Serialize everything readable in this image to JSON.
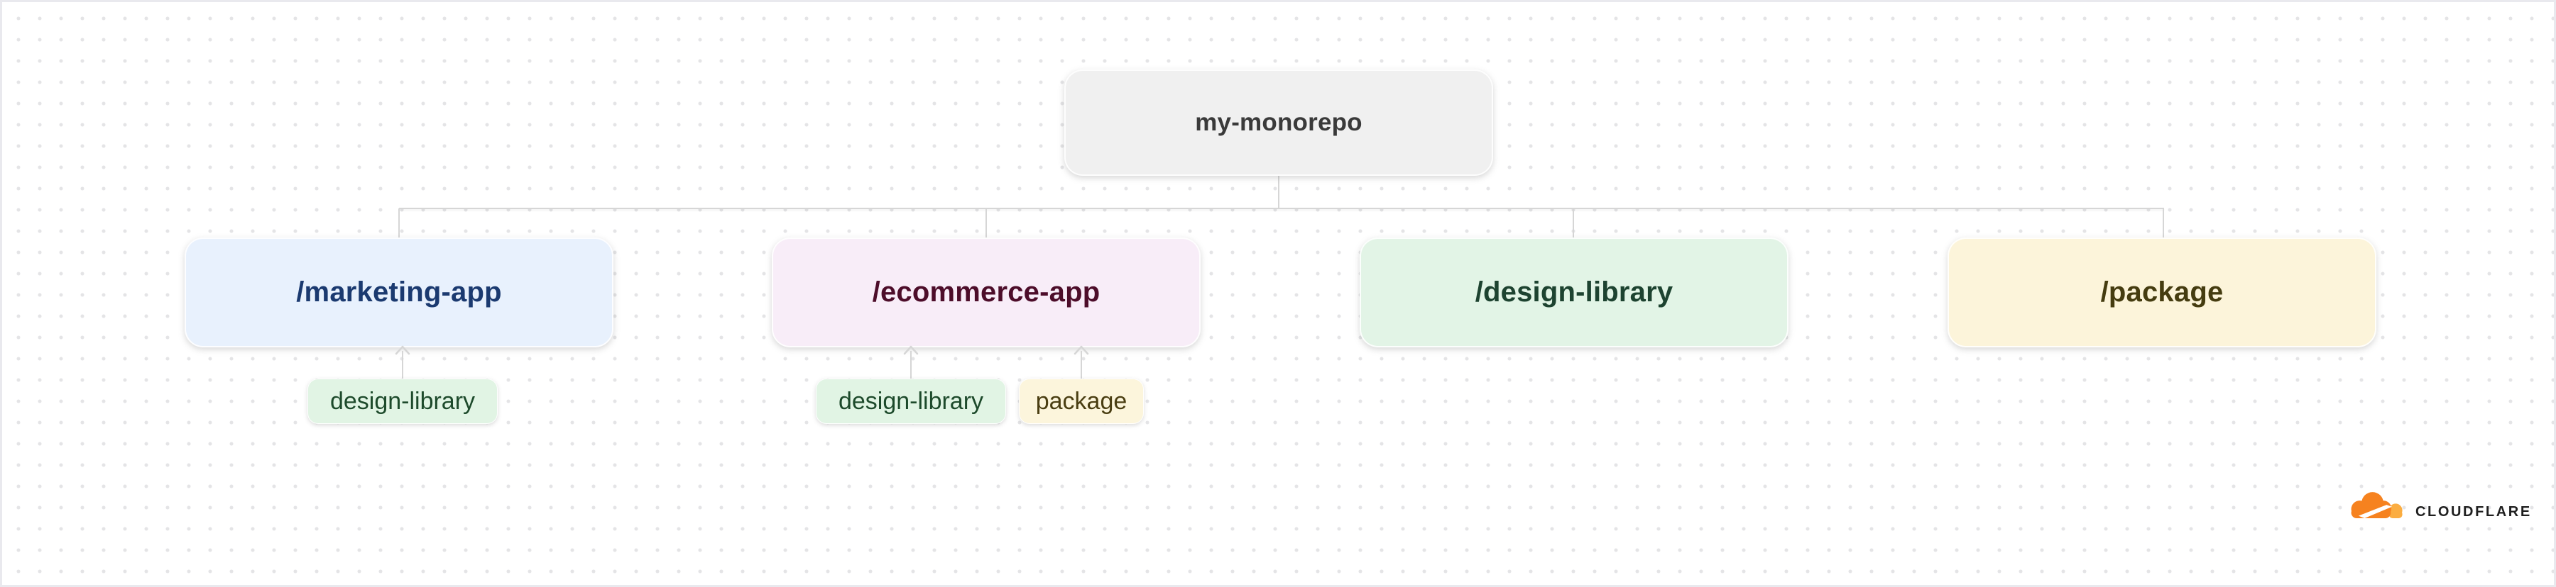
{
  "diagram": {
    "root": {
      "label": "my-monorepo",
      "bg": "#f0f0f0",
      "text_color": "#3a3a3a"
    },
    "children": [
      {
        "label": "/marketing-app",
        "bg": "#e8f1fd",
        "text_color": "#1b3a70",
        "dependencies": [
          "design-library"
        ]
      },
      {
        "label": "/ecommerce-app",
        "bg": "#f8edf8",
        "text_color": "#4d0d2a",
        "dependencies": [
          "design-library",
          "package"
        ]
      },
      {
        "label": "/design-library",
        "bg": "#e2f4e6",
        "text_color": "#1d4330",
        "dependencies": []
      },
      {
        "label": "/package",
        "bg": "#fcf4da",
        "text_color": "#453c10",
        "dependencies": []
      }
    ],
    "tags": [
      {
        "label": "design-library",
        "bg": "#e1f4e4",
        "text_color": "#1d4a2b",
        "parent": "/marketing-app"
      },
      {
        "label": "design-library",
        "bg": "#e1f4e4",
        "text_color": "#1d4a2b",
        "parent": "/ecommerce-app"
      },
      {
        "label": "package",
        "bg": "#fcf5dc",
        "text_color": "#4a3e12",
        "parent": "/ecommerce-app"
      }
    ],
    "connector_color": "#d6d6d6"
  },
  "background": {
    "canvas": "#ffffff",
    "dot_color": "#e4e4e6",
    "frame": "#e9e9ee"
  },
  "brand": {
    "wordmark": "CLOUDFLARE",
    "text_color": "#1f1f1f",
    "cloud_primary": "#f6821f",
    "cloud_secondary": "#fbad41"
  }
}
